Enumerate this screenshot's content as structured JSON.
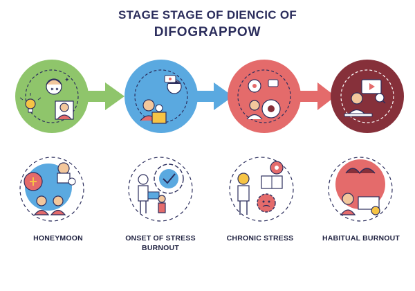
{
  "title": {
    "line1": "STAGE STAGE OF DIENCIC OF",
    "line2": "DIFOGRAPPOW"
  },
  "stages": [
    {
      "label": "HONEYMOON",
      "circle_color": "#8fc56b",
      "arrow_color": "#8fc56b"
    },
    {
      "label": "ONSET OF STRESS BURNOUT",
      "circle_color": "#5aa9e0",
      "arrow_color": "#5aa9e0"
    },
    {
      "label": "CHRONIC STRESS",
      "circle_color": "#e46b6b",
      "arrow_color": "#e46b6b"
    },
    {
      "label": "HABITUAL BURNOUT",
      "circle_color": "#86303a"
    }
  ],
  "colors": {
    "title": "#2b2d5c",
    "outline": "#2b2d5c",
    "skin": "#f3c79c",
    "accent_yellow": "#f6c445"
  }
}
